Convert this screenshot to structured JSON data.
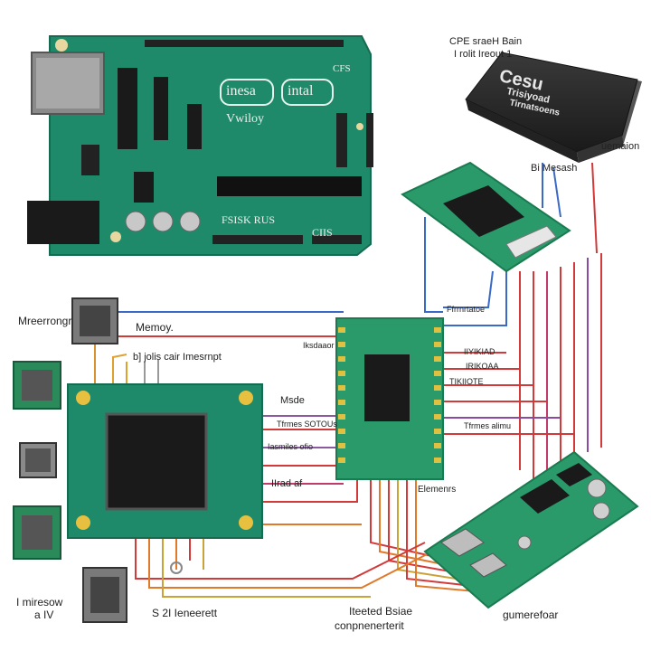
{
  "labels": {
    "cpu_caption_1": "CPE sraeH Bain",
    "cpu_caption_2": "I rolit Ireout 1",
    "cpu_chip_1": "Cesu",
    "cpu_chip_2": "Trisiyoad",
    "cpu_chip_3": "Tirnatsoens",
    "cpu_right": "uemaion",
    "mesas": "Bi Mesash",
    "arduino_logo_1": "inesa",
    "arduino_logo_2": "intal",
    "arduino_sub": "Vwiloy",
    "arduino_cfs": "CFS",
    "arduino_rus": "FSISK RUS",
    "arduino_cil": "CIIS",
    "memory_left": "Mreerrongr",
    "memory_mid": "Memoy.",
    "b_label": "b] jolis cair Imesrnpt",
    "pu_label": "Ffrrnrtatoe",
    "ikda": "Iksdaaor",
    "mid_right_1": "IIYIKIAD",
    "mid_right_2": "IRIKOAA",
    "tiko": "TIKIIOTE",
    "msde": "Msde",
    "trimes_1": "Tfrmes SOTOUs",
    "trimes_2": "Tfrmes alimu",
    "mind": "Iasmiles ofio",
    "istrd": "IIrad af",
    "elemem": "Elemenrs",
    "imesso_1": "I miresow",
    "imesso_2": "a IV",
    "s2": "S 2I Ieneerett",
    "bottom_1": "Iteeted Bsiae",
    "bottom_2": "conpnenerterit",
    "gumere": "gumerefoar"
  }
}
